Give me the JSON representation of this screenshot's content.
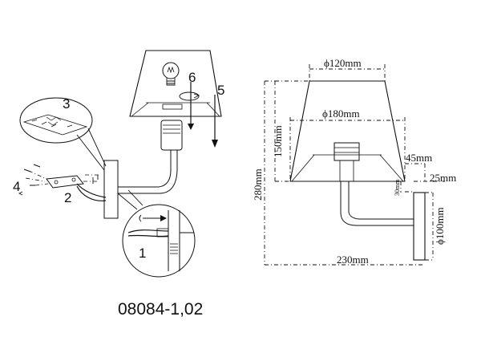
{
  "model_code": "08084-1,02",
  "steps": [
    "1",
    "2",
    "3",
    "4",
    "5",
    "6"
  ],
  "dimensions": {
    "top_diameter": "ϕ120mm",
    "bottom_diameter": "ϕ180mm",
    "shade_height": "150mm",
    "total_height": "280mm",
    "projection_lower": "45mm",
    "base_offset": "25mm",
    "small_offset": "30mm",
    "plate_diameter": "ϕ100mm",
    "total_depth": "230mm"
  }
}
